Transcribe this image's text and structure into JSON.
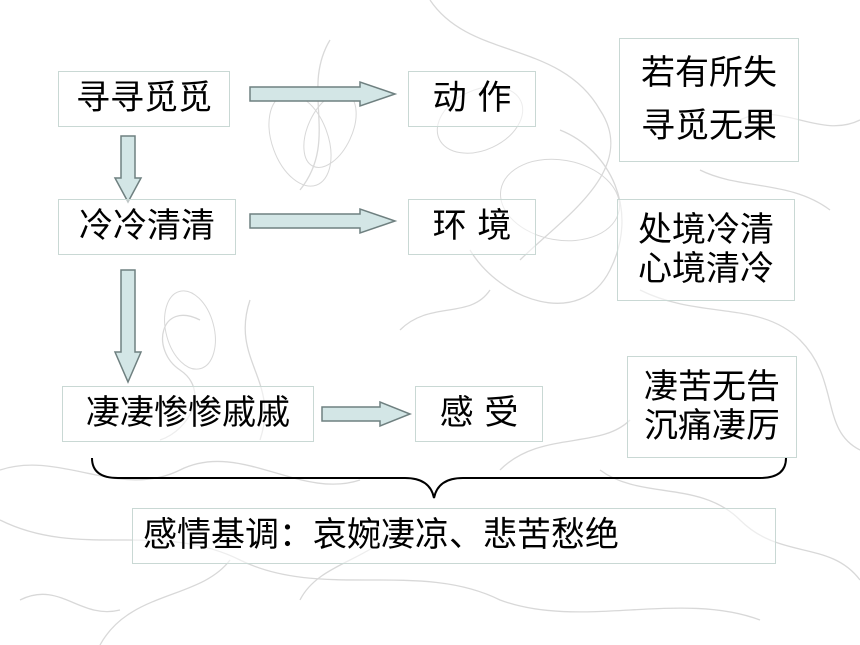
{
  "rows": [
    {
      "phrase": "寻寻觅觅",
      "aspect": "动 作",
      "meaning": [
        "若有所失",
        "寻觅无果"
      ]
    },
    {
      "phrase": "冷冷清清",
      "aspect": "环 境",
      "meaning": [
        "处境冷清",
        "心境清冷"
      ]
    },
    {
      "phrase": "凄凄惨惨戚戚",
      "aspect": "感 受",
      "meaning": [
        "凄苦无告",
        "沉痛凄厉"
      ]
    }
  ],
  "summary": "感情基调：哀婉凄凉、悲苦愁绝",
  "colors": {
    "arrow_fill": "#d3e6e6",
    "arrow_stroke": "#6f8080",
    "box_border": "#c9d8d4",
    "sketch": "#c8c8c8"
  }
}
